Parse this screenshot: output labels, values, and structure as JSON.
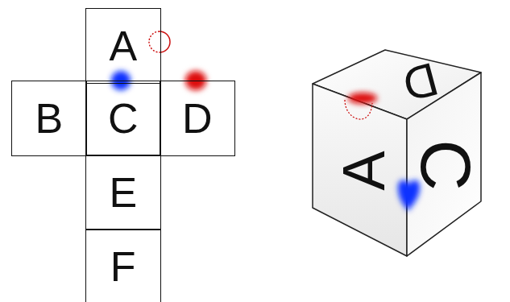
{
  "diagram": {
    "nodes": [
      {
        "text": [
          "A"
        ]
      },
      {
        "text": [
          "B"
        ]
      },
      {
        "text": [
          "C"
        ]
      },
      {
        "text": [
          "D"
        ]
      },
      {
        "text": [
          "E"
        ]
      },
      {
        "text": [
          "F"
        ]
      }
    ],
    "labels": [
      "D",
      "A",
      "C"
    ]
  }
}
